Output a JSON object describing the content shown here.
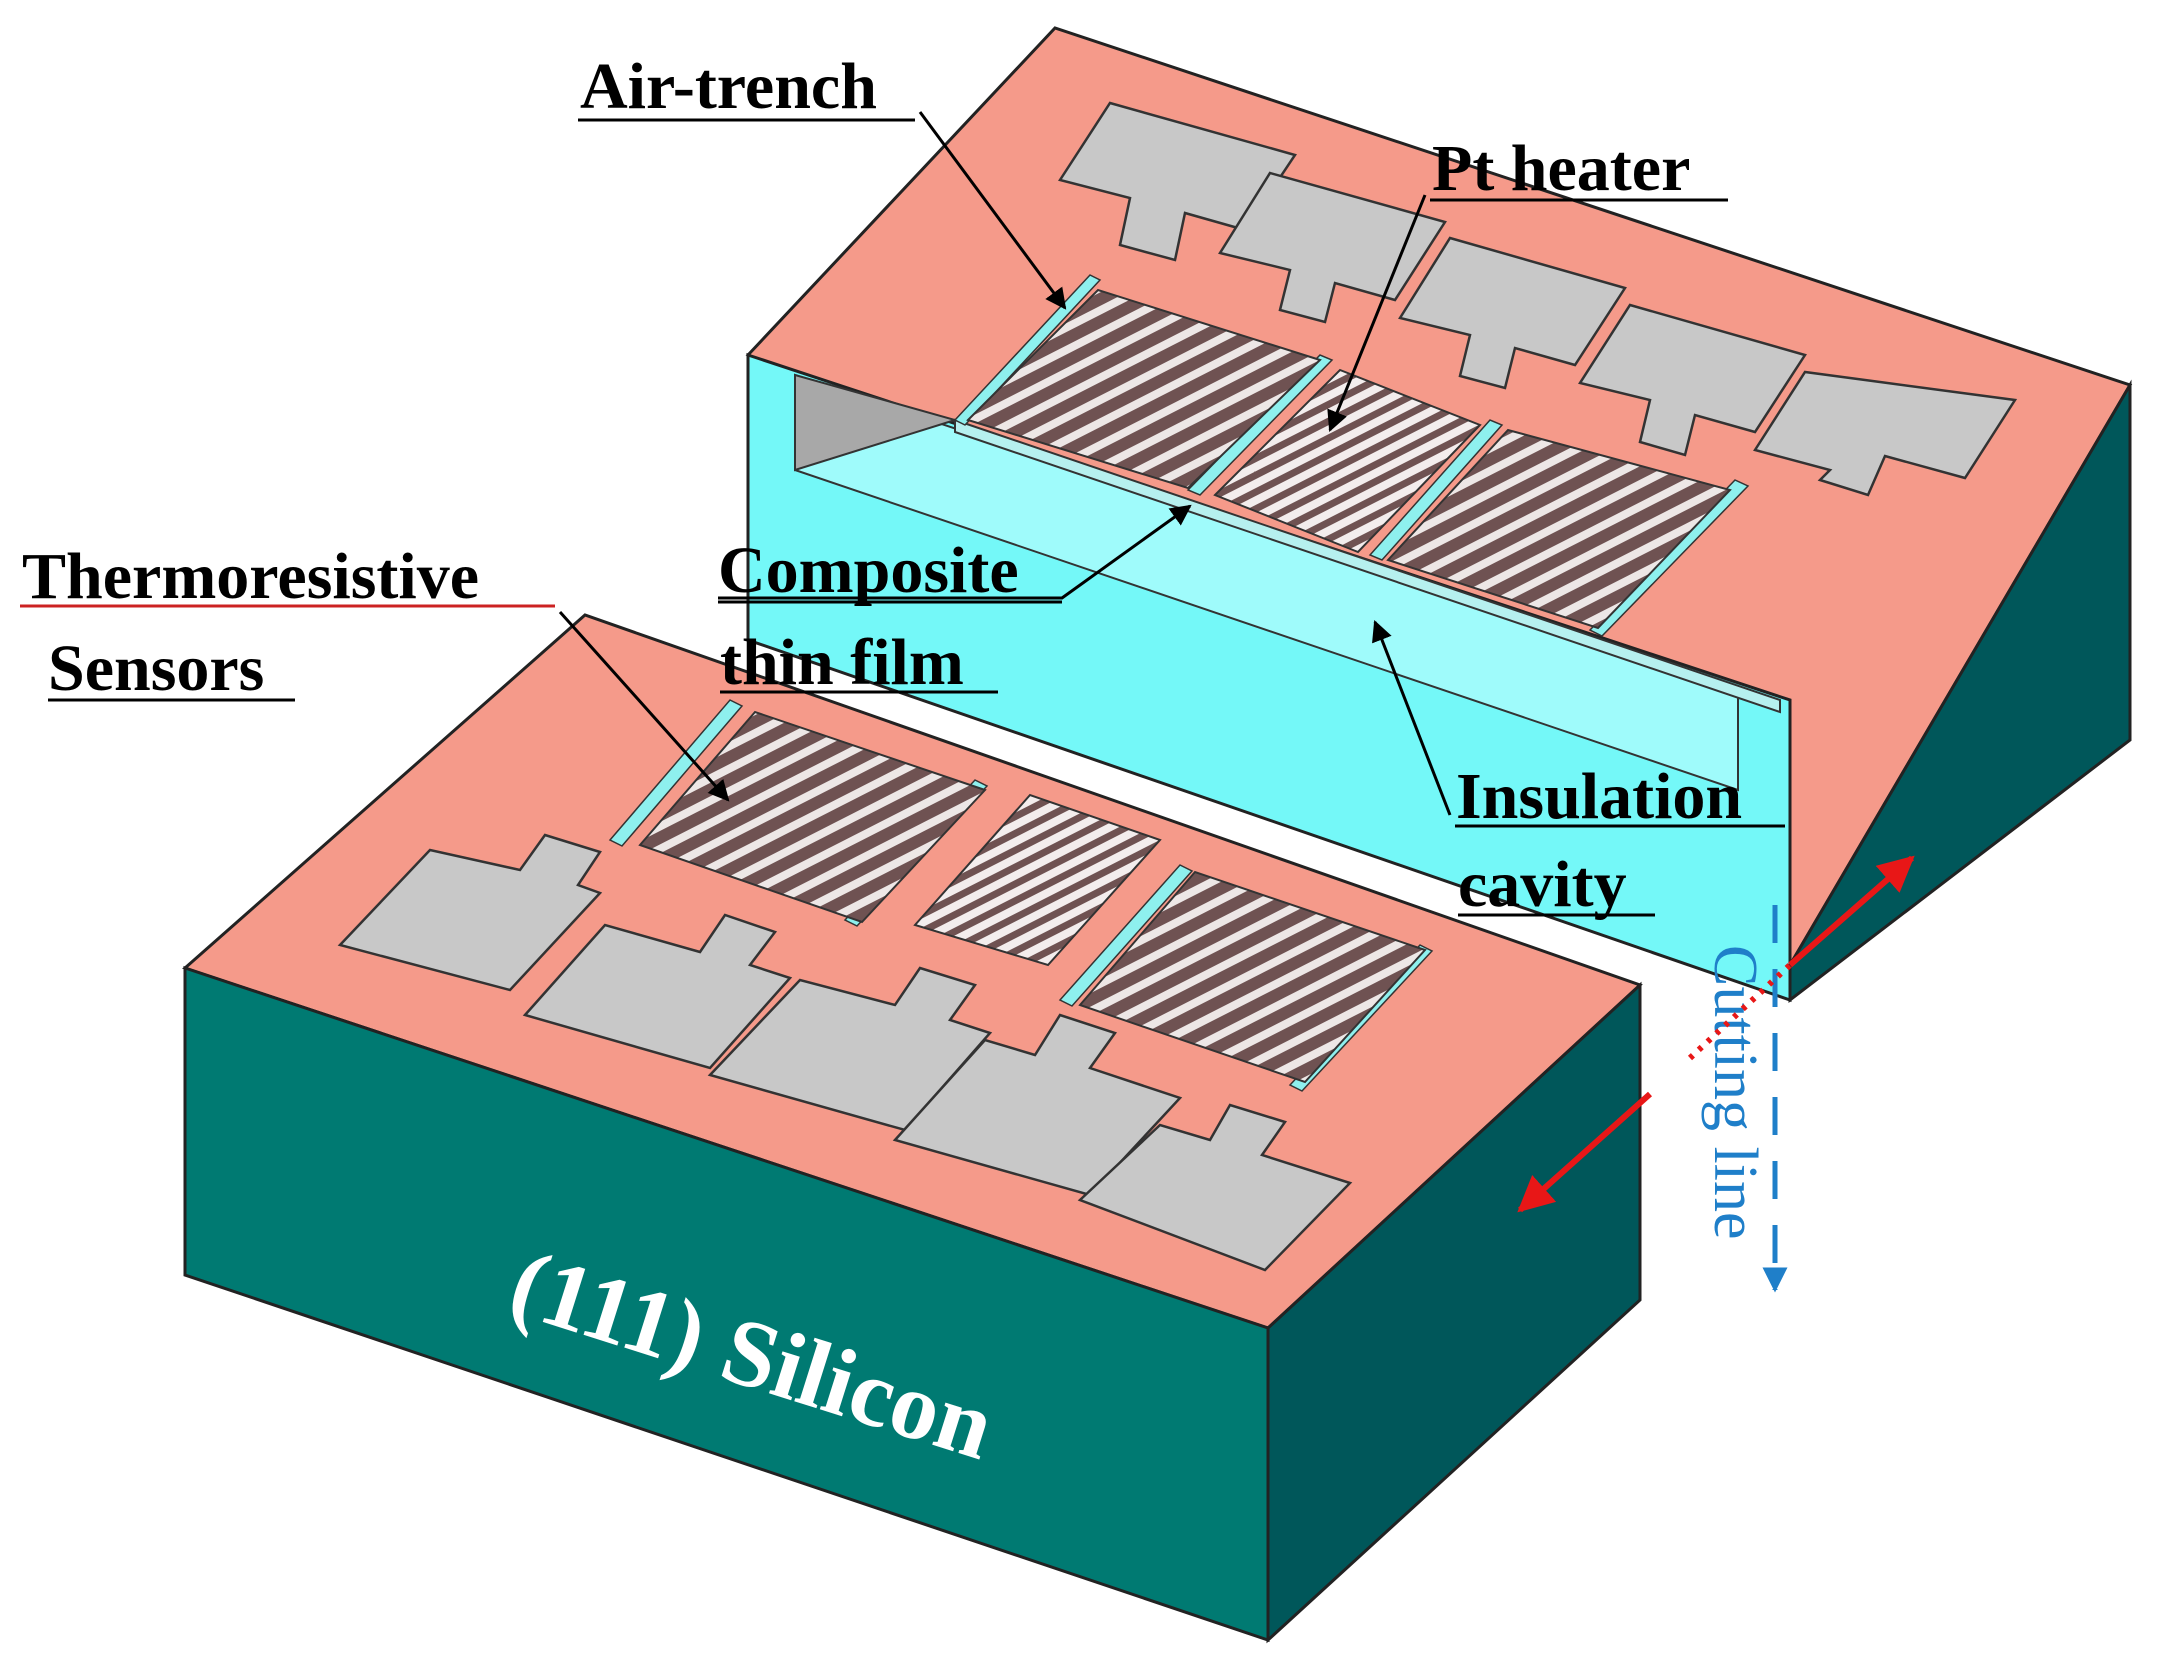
{
  "labels": {
    "air_trench": "Air-trench",
    "pt_heater": "Pt heater",
    "thermoresistive_line1": "Thermoresistive",
    "thermoresistive_line2": "Sensors",
    "composite_line1": "Composite",
    "composite_line2": "thin film",
    "insulation_line1": "Insulation",
    "insulation_line2": "cavity",
    "cutting_line": "Cutting line",
    "silicon": "(111) Silicon"
  },
  "colors": {
    "surface": "#f59a8a",
    "silicon_front": "#007a72",
    "silicon_side": "#00575a",
    "cavity": "#74f8f8",
    "pad": "#c8c8c8",
    "resistor": "#6f5252",
    "arrow_red": "#e81717",
    "cutting_blue": "#1f7fc9"
  }
}
